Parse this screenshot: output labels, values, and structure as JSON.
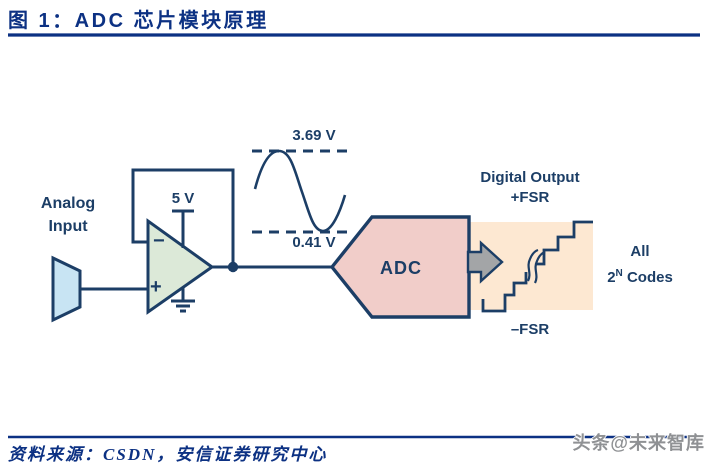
{
  "header": {
    "title": "图 1：ADC 芯片模块原理"
  },
  "diagram": {
    "analog_input": {
      "line1": "Analog",
      "line2": "Input"
    },
    "opamp": {
      "supply": "5 V",
      "minus": "−",
      "plus": "+"
    },
    "wave": {
      "high": "3.69 V",
      "low": "0.41 V"
    },
    "adc_label": "ADC",
    "output": {
      "title": "Digital Output",
      "plus_fsr": "+FSR",
      "minus_fsr": "–FSR"
    },
    "codes": {
      "line1": "All",
      "base": "2",
      "sup": "N",
      "rest": "Codes"
    }
  },
  "icons": {
    "flow_arrow": "right-arrow",
    "ground": "ground-symbol",
    "junction": "connection-dot",
    "break": "waveform-break-squiggle"
  },
  "footer": {
    "source": "资料来源：CSDN，安信证券研究中心",
    "watermark": "头条@未来智库"
  },
  "colors": {
    "navy": "#1c3e66",
    "title_blue": "#0c3183",
    "light_blue": "#c8e4f3",
    "light_green": "#dce9d8",
    "pink": "#f1cdc9",
    "peach": "#fde8d2",
    "arrow_gray": "#a3a5a7",
    "watermark_gray": "#8f9194"
  }
}
